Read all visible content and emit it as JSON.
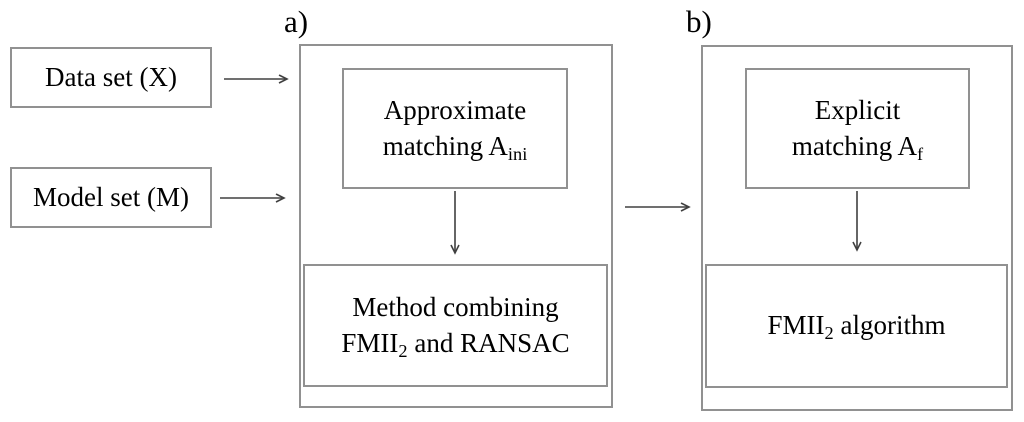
{
  "diagram": {
    "panel_a_label": "a)",
    "panel_b_label": "b)",
    "inputs": {
      "data_set": "Data set (X)",
      "model_set": "Model set (M)"
    },
    "panel_a": {
      "top_box": {
        "line1": "Approximate",
        "line2_main": "matching A",
        "line2_sub": "ini"
      },
      "bottom_box": {
        "line1": "Method combining",
        "line2_pre": "FMII",
        "line2_sub": "2",
        "line2_post": " and RANSAC"
      }
    },
    "panel_b": {
      "top_box": {
        "line1": "Explicit",
        "line2_main": "matching A",
        "line2_sub": "f"
      },
      "bottom_box": {
        "pre": "FMII",
        "sub": "2",
        "post": " algorithm"
      }
    },
    "colors": {
      "background": "#ffffff",
      "border": "#919191",
      "arrow": "#404040",
      "text": "#000000"
    }
  }
}
